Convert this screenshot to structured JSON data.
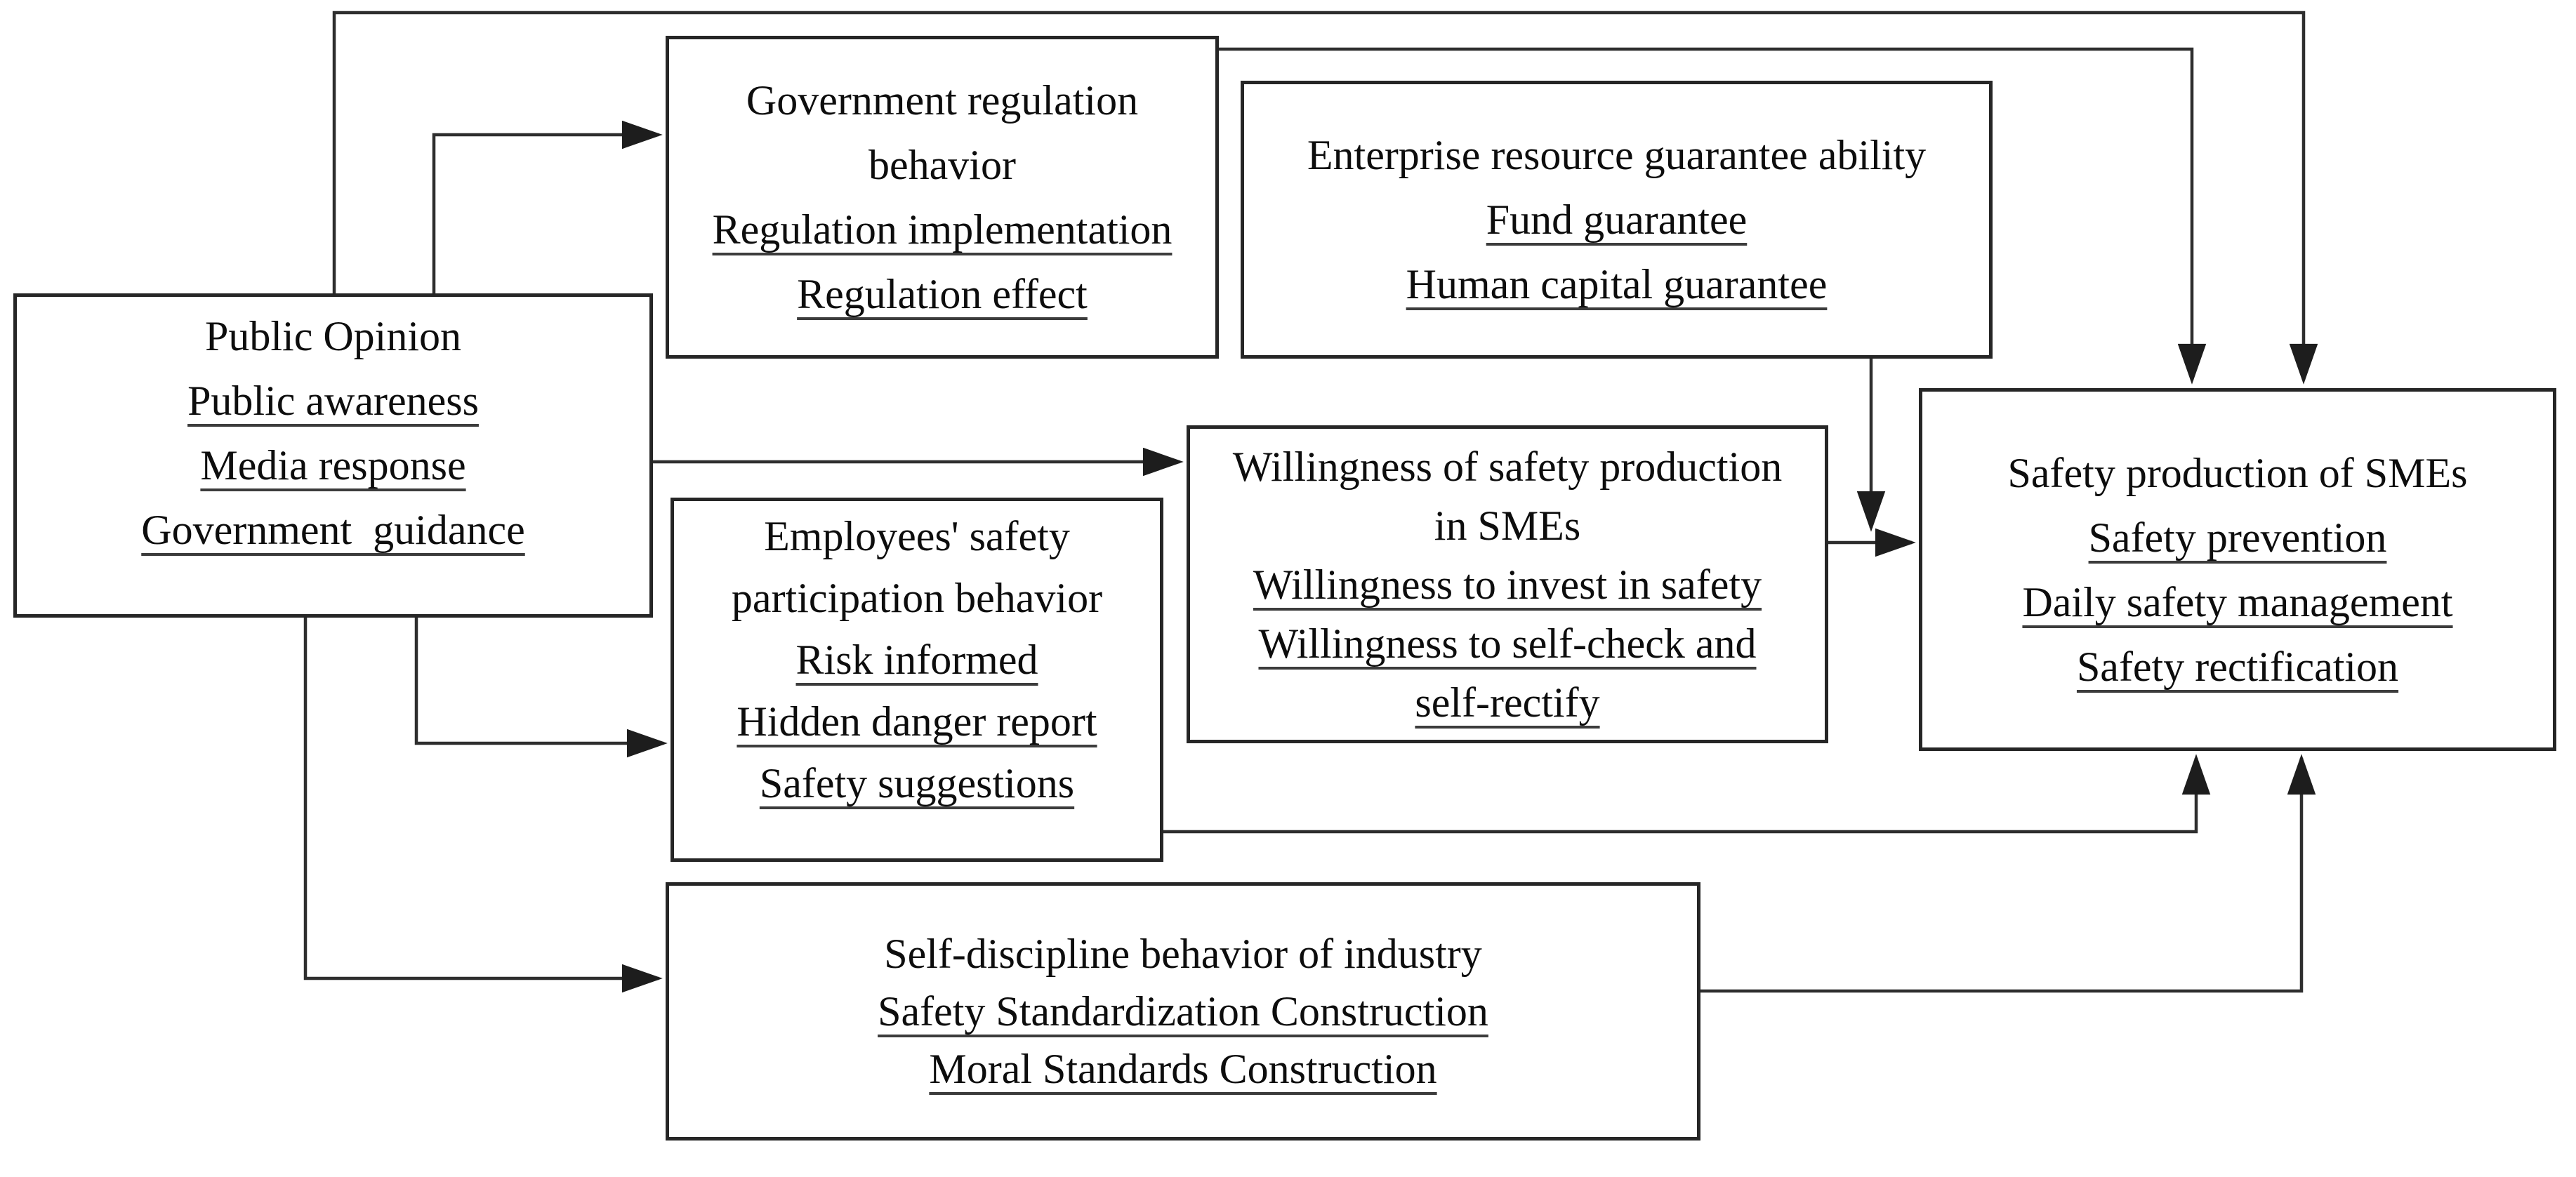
{
  "figure": {
    "background_color": "#ffffff",
    "line_color": "#2e2e2e",
    "text_color": "#0d0d0d",
    "boxes": [
      {
        "id": "public-opinion",
        "lines": [
          {
            "t": "Public Opinion",
            "u": false
          },
          {
            "t": "Public awareness",
            "u": true
          },
          {
            "t": "Media response",
            "u": true
          },
          {
            "t": "Government  guidance",
            "u": true
          }
        ]
      },
      {
        "id": "government-regulation",
        "lines": [
          {
            "t": "Government regulation",
            "u": false
          },
          {
            "t": "behavior",
            "u": false
          },
          {
            "t": "Regulation implementation",
            "u": true
          },
          {
            "t": "Regulation effect",
            "u": true
          }
        ]
      },
      {
        "id": "enterprise-resource",
        "lines": [
          {
            "t": "Enterprise resource guarantee ability",
            "u": false
          },
          {
            "t": "Fund guarantee",
            "u": true
          },
          {
            "t": "Human capital guarantee",
            "u": true
          }
        ]
      },
      {
        "id": "employees-safety",
        "lines": [
          {
            "t": "Employees' safety",
            "u": false
          },
          {
            "t": "participation behavior",
            "u": false
          },
          {
            "t": "Risk informed",
            "u": true
          },
          {
            "t": "Hidden danger report",
            "u": true
          },
          {
            "t": "Safety suggestions",
            "u": true
          }
        ]
      },
      {
        "id": "willingness",
        "lines": [
          {
            "t": "Willingness of safety production",
            "u": false
          },
          {
            "t": "in SMEs",
            "u": false
          },
          {
            "t": "Willingness to invest in safety",
            "u": true
          },
          {
            "t": "Willingness to self-check and",
            "u": true
          },
          {
            "t": "self-rectify",
            "u": true
          }
        ]
      },
      {
        "id": "safety-production",
        "lines": [
          {
            "t": "Safety production of SMEs",
            "u": false
          },
          {
            "t": "Safety prevention",
            "u": true
          },
          {
            "t": "Daily safety management",
            "u": true
          },
          {
            "t": "Safety rectification",
            "u": true
          }
        ]
      },
      {
        "id": "self-discipline",
        "lines": [
          {
            "t": "Self-discipline behavior of industry",
            "u": false
          },
          {
            "t": "Safety Standardization Construction",
            "u": true
          },
          {
            "t": "Moral Standards Construction",
            "u": true
          }
        ]
      }
    ],
    "edges": [
      {
        "from": "public-opinion",
        "to": "safety-production"
      },
      {
        "from": "public-opinion",
        "to": "government-regulation"
      },
      {
        "from": "government-regulation",
        "to": "safety-production"
      },
      {
        "from": "public-opinion",
        "to": "willingness"
      },
      {
        "from": "public-opinion",
        "to": "employees-safety"
      },
      {
        "from": "public-opinion",
        "to": "self-discipline"
      },
      {
        "from": "enterprise-resource",
        "to": "safety-production"
      },
      {
        "from": "willingness",
        "to": "safety-production"
      },
      {
        "from": "employees-safety",
        "to": "safety-production"
      },
      {
        "from": "self-discipline",
        "to": "safety-production"
      }
    ]
  }
}
